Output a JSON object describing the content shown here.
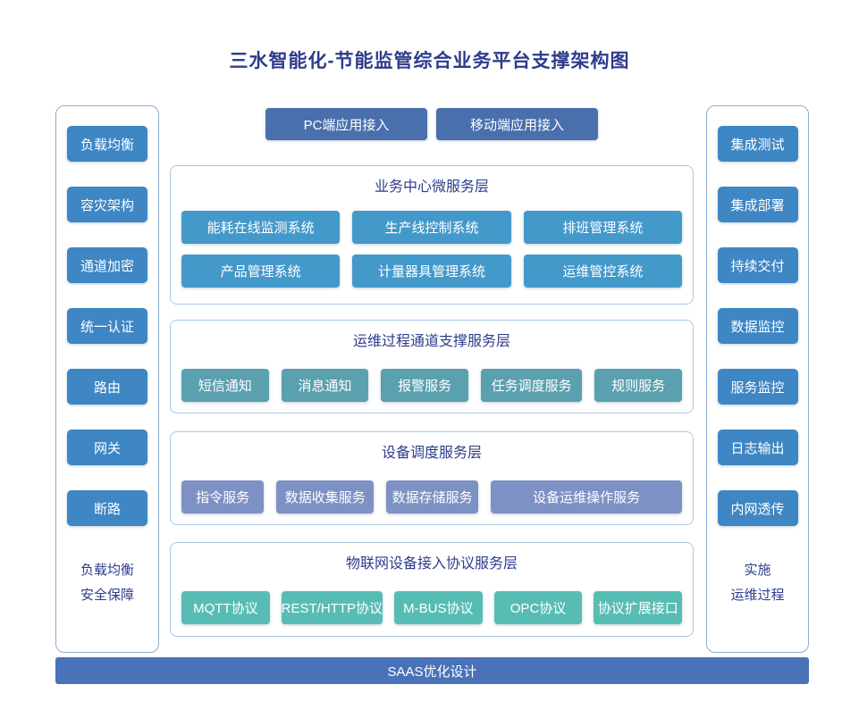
{
  "title": "三水智能化-节能监管综合业务平台支撑架构图",
  "colors": {
    "title_text": "#2e3c8c",
    "panel_border": "#8fadd0",
    "layer_border": "#a9c7e6",
    "sidebar_box": "#3e86c4",
    "app_box": "#4a6fad",
    "layer1_box": "#4499cb",
    "layer2_box": "#5ba0af",
    "layer3_box": "#7e91c4",
    "layer4_box": "#57bdb4",
    "bottom_bar": "#4a72b8"
  },
  "left_panel": {
    "items": [
      "负载均衡",
      "容灾架构",
      "通道加密",
      "统一认证",
      "路由",
      "网关",
      "断路"
    ],
    "caption_lines": [
      "负载均衡",
      "安全保障"
    ]
  },
  "right_panel": {
    "items": [
      "集成测试",
      "集成部署",
      "持续交付",
      "数据监控",
      "服务监控",
      "日志输出",
      "内网透传"
    ],
    "caption_lines": [
      "实施",
      "运维过程"
    ]
  },
  "app_access": {
    "items": [
      "PC端应用接入",
      "移动端应用接入"
    ]
  },
  "layers": [
    {
      "title": "业务中心微服务层",
      "rows": [
        [
          "能耗在线监测系统",
          "生产线控制系统",
          "排班管理系统"
        ],
        [
          "产品管理系统",
          "计量器具管理系统",
          "运维管控系统"
        ]
      ]
    },
    {
      "title": "运维过程通道支撑服务层",
      "rows": [
        [
          "短信通知",
          "消息通知",
          "报警服务",
          "任务调度服务",
          "规则服务"
        ]
      ]
    },
    {
      "title": "设备调度服务层",
      "rows": [
        [
          "指令服务",
          "数据收集服务",
          "数据存储服务",
          "设备运维操作服务"
        ]
      ]
    },
    {
      "title": "物联网设备接入协议服务层",
      "rows": [
        [
          "MQTT协议",
          "REST/HTTP协议",
          "M-BUS协议",
          "OPC协议",
          "协议扩展接口"
        ]
      ]
    }
  ],
  "bottom_bar": {
    "label": "SAAS优化设计"
  }
}
